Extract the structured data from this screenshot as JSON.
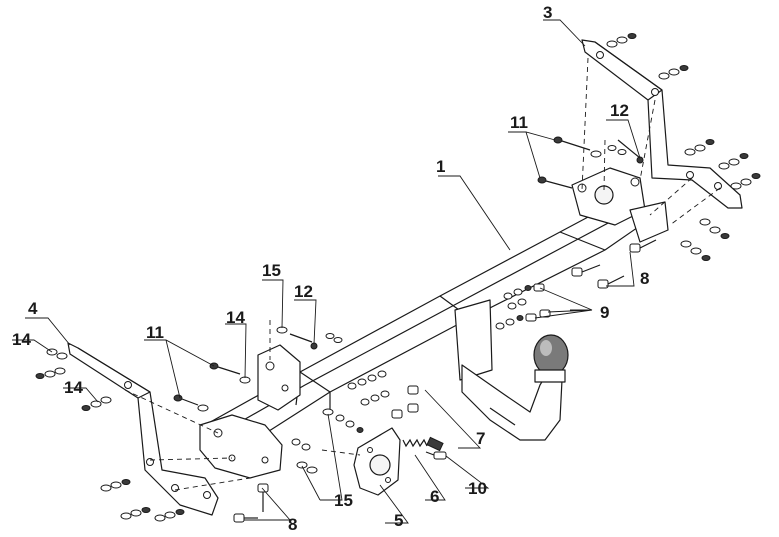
{
  "diagram": {
    "callouts": [
      {
        "id": "c1",
        "label": "1"
      },
      {
        "id": "c3",
        "label": "3"
      },
      {
        "id": "c4",
        "label": "4"
      },
      {
        "id": "c5",
        "label": "5"
      },
      {
        "id": "c6",
        "label": "6"
      },
      {
        "id": "c7",
        "label": "7"
      },
      {
        "id": "c8a",
        "label": "8"
      },
      {
        "id": "c8b",
        "label": "8"
      },
      {
        "id": "c9",
        "label": "9"
      },
      {
        "id": "c10",
        "label": "10"
      },
      {
        "id": "c11a",
        "label": "11"
      },
      {
        "id": "c11b",
        "label": "11"
      },
      {
        "id": "c12a",
        "label": "12"
      },
      {
        "id": "c12b",
        "label": "12"
      },
      {
        "id": "c14a",
        "label": "14"
      },
      {
        "id": "c14b",
        "label": "14"
      },
      {
        "id": "c14c",
        "label": "14"
      },
      {
        "id": "c15a",
        "label": "15"
      },
      {
        "id": "c15b",
        "label": "15"
      }
    ]
  }
}
